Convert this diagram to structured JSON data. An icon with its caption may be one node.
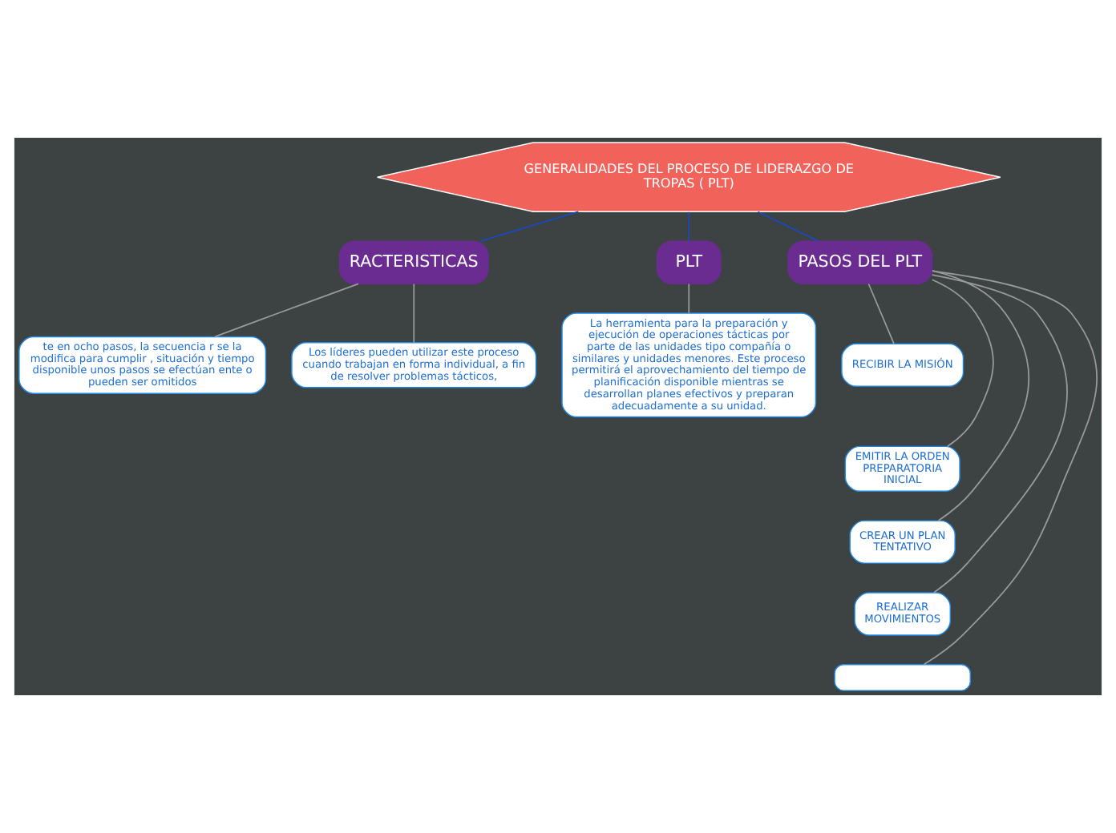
{
  "diagram": {
    "nodes": [
      {
        "text": [
          "GENERALIDADES DEL PROCESO DE LIDERAZGO DE TROPAS ( PLT)"
        ]
      },
      {
        "text": [
          "RACTERISTICAS"
        ]
      },
      {
        "text": [
          "PLT"
        ]
      },
      {
        "text": [
          "PASOS DEL PLT"
        ]
      },
      {
        "text": [
          "te en ocho pasos, la secuencia r se la modifica para cumplir , situación y tiempo disponible unos pasos se efectúan ente o pueden ser omitidos"
        ]
      },
      {
        "text": [
          "Los líderes pueden utilizar este proceso cuando trabajan en forma individual, a fin de resolver problemas tácticos,"
        ]
      },
      {
        "text": [
          "La herramienta para la preparación y ejecución de operaciones tácticas por parte de las unidades tipo compañía o similares y unidades menores. Este proceso permitirá el aprovechamiento del tiempo de planificación disponible mientras se desarrollan planes efectivos y preparan adecuadamente a su unidad."
        ]
      },
      {
        "text": [
          "RECIBIR LA MISIÓN"
        ]
      },
      {
        "text": [
          "EMITIR LA ORDEN PREPARATORIA INICIAL"
        ]
      },
      {
        "text": [
          "CREAR UN PLAN TENTATIVO"
        ]
      },
      {
        "text": [
          "REALIZAR MOVIMIENTOS"
        ]
      },
      {
        "text": [],
        "shape": "box"
      }
    ],
    "edges": [
      {
        "from": 0,
        "to": 1,
        "arrow": "none",
        "color": "#1a49c0"
      },
      {
        "from": 0,
        "to": 2,
        "arrow": "none",
        "color": "#1a49c0"
      },
      {
        "from": 0,
        "to": 3,
        "arrow": "none",
        "color": "#1a49c0"
      },
      {
        "from": 1,
        "to": 4,
        "arrow": "none"
      },
      {
        "from": 1,
        "to": 5,
        "arrow": "none"
      },
      {
        "from": 2,
        "to": 6,
        "arrow": "none"
      },
      {
        "from": 3,
        "to": 7,
        "arrow": "none"
      },
      {
        "from": 3,
        "to": 8,
        "arrow": "none"
      },
      {
        "from": 3,
        "to": 9,
        "arrow": "none"
      },
      {
        "from": 3,
        "to": 10,
        "arrow": "none"
      },
      {
        "from": 3,
        "to": 11,
        "arrow": "none"
      }
    ]
  }
}
